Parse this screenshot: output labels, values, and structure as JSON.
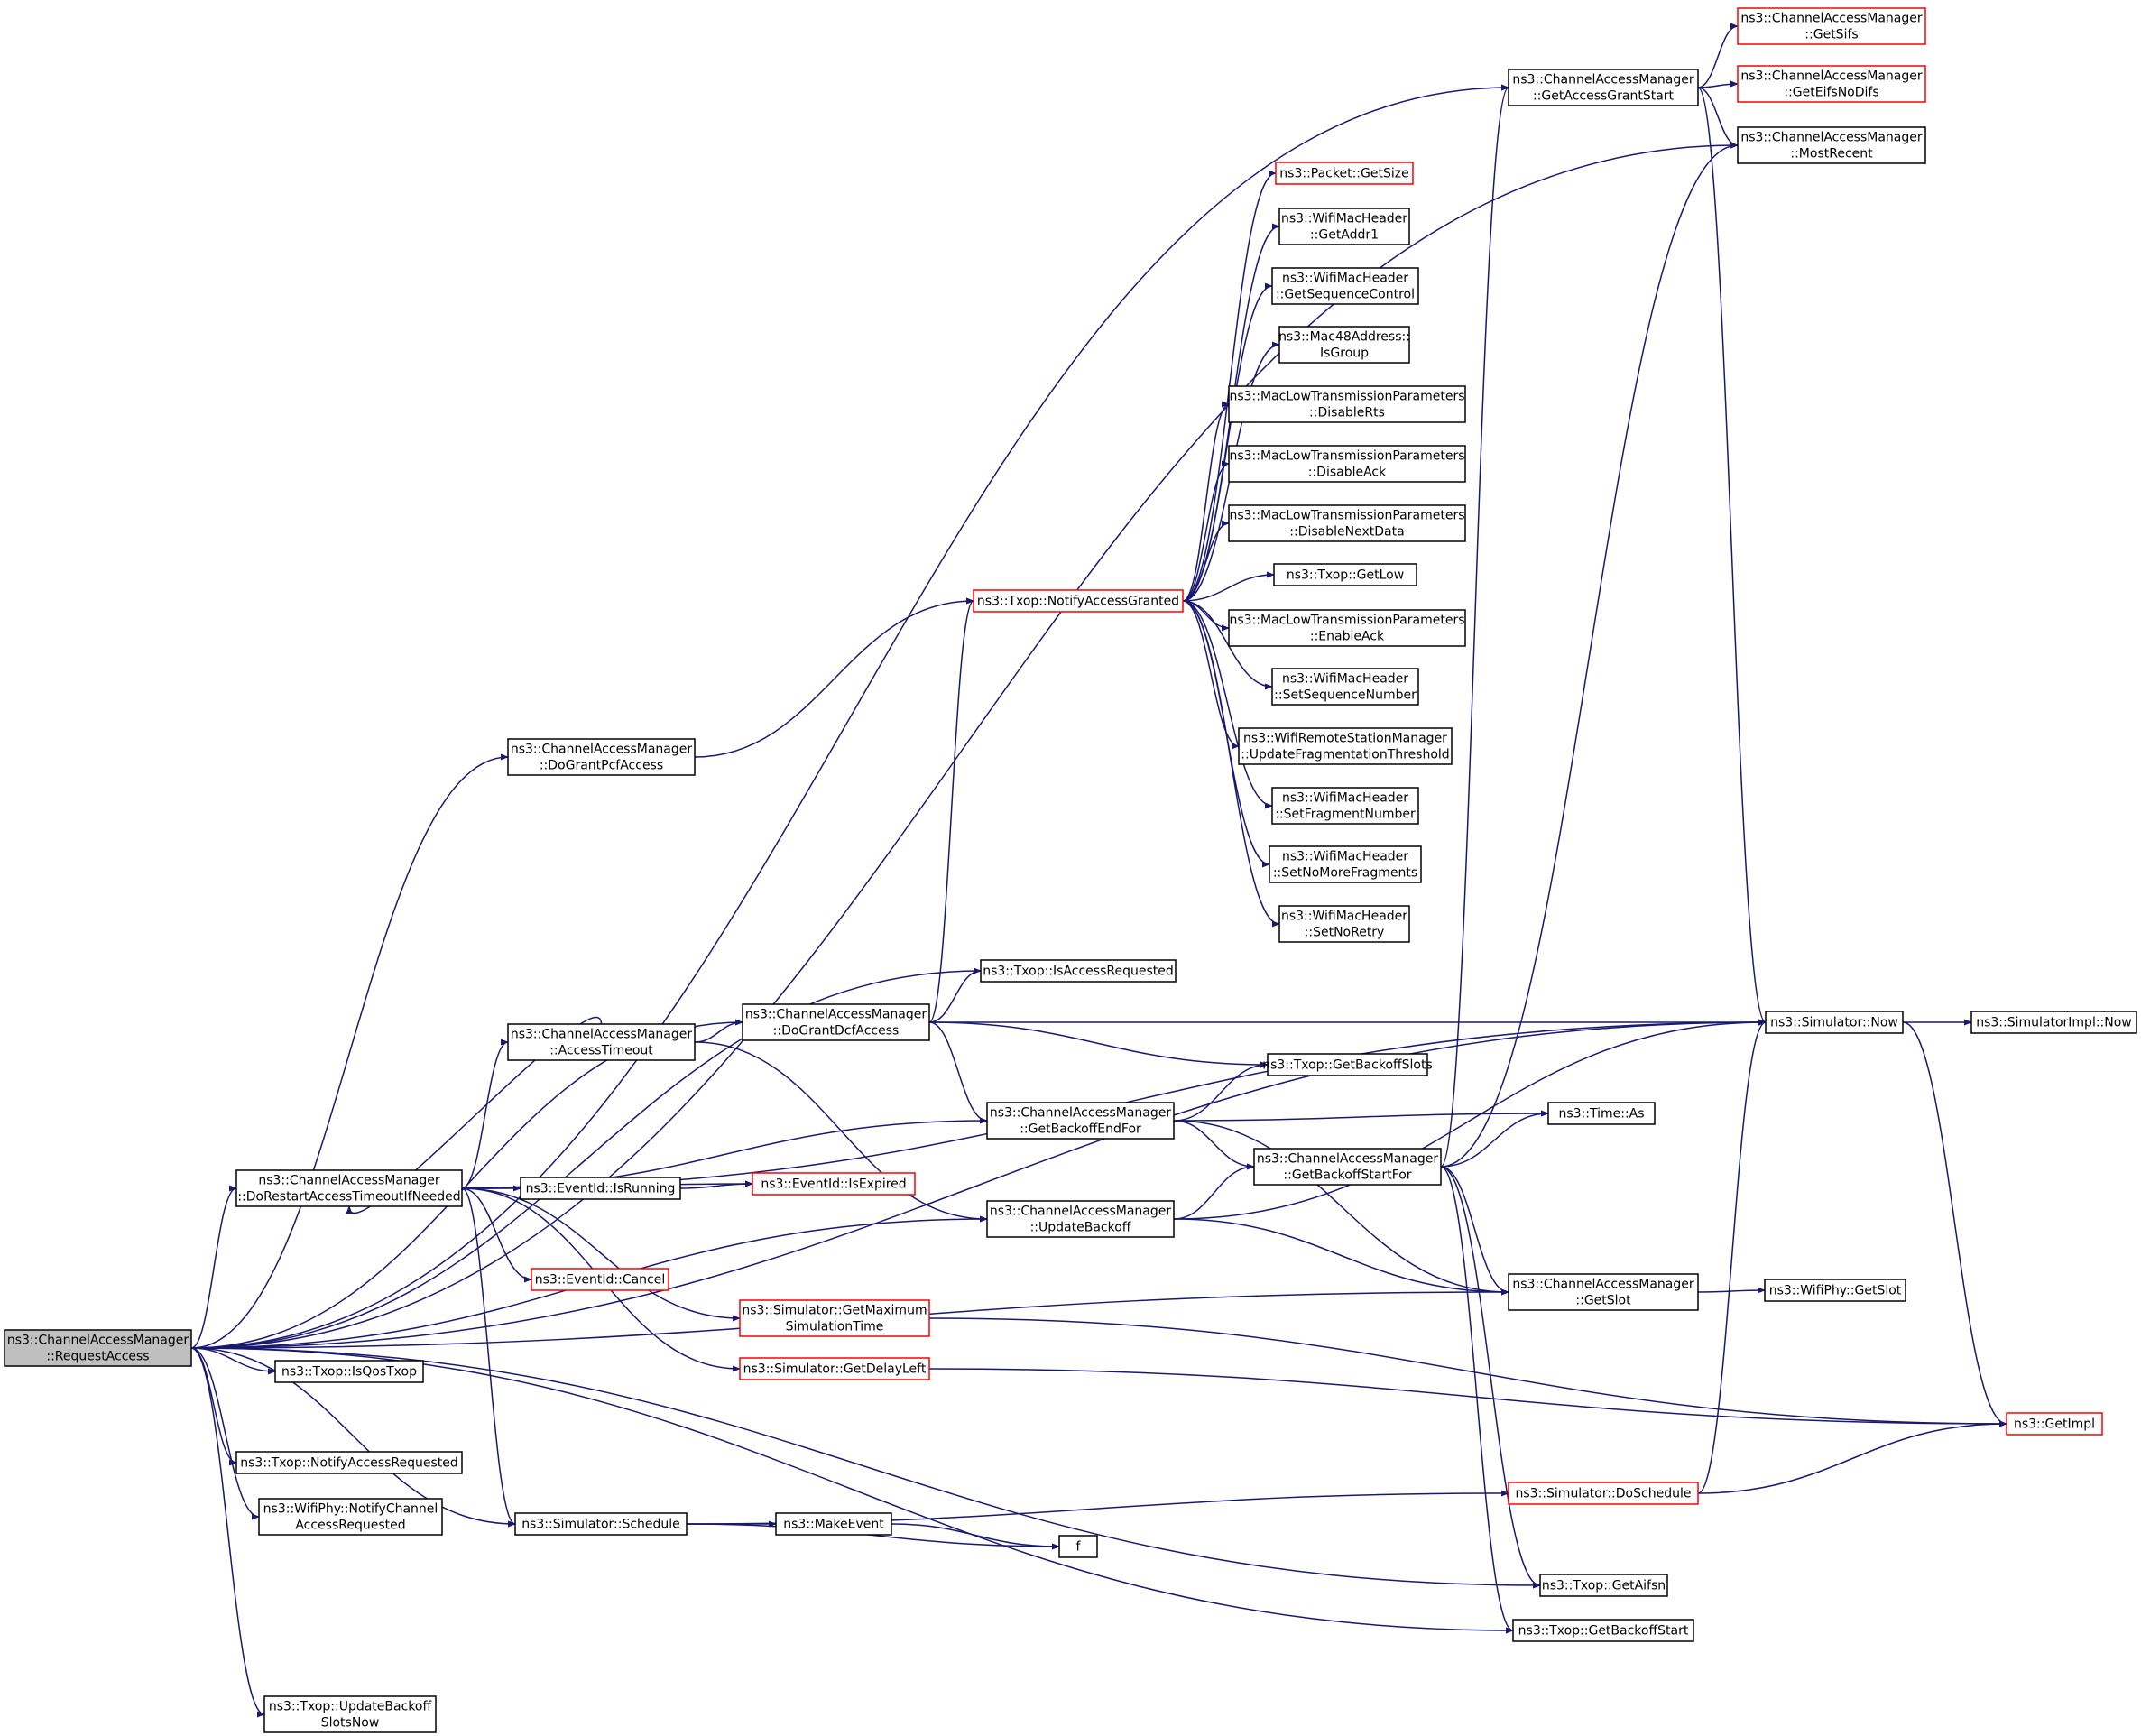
{
  "colors": {
    "edge": "#191970",
    "node_border": "#000000",
    "node_border_truncated": "#ff0000",
    "node_fill": "#ffffff",
    "root_fill": "#bfbfbf"
  },
  "nodes": [
    {
      "id": "root",
      "lines": [
        "ns3::ChannelAccessManager",
        "::RequestAccess"
      ],
      "style": "root"
    },
    {
      "id": "getSifs",
      "lines": [
        "ns3::ChannelAccessManager",
        "::GetSifs"
      ],
      "style": "truncated"
    },
    {
      "id": "getEifs",
      "lines": [
        "ns3::ChannelAccessManager",
        "::GetEifsNoDifs"
      ],
      "style": "truncated"
    },
    {
      "id": "getAccessGrantStart",
      "lines": [
        "ns3::ChannelAccessManager",
        "::GetAccessGrantStart"
      ],
      "style": "normal"
    },
    {
      "id": "mostRecent",
      "lines": [
        "ns3::ChannelAccessManager",
        "::MostRecent"
      ],
      "style": "normal"
    },
    {
      "id": "packetGetSize",
      "lines": [
        "ns3::Packet::GetSize"
      ],
      "style": "truncated"
    },
    {
      "id": "getAddr1",
      "lines": [
        "ns3::WifiMacHeader",
        "::GetAddr1"
      ],
      "style": "normal"
    },
    {
      "id": "getSeqCtrl",
      "lines": [
        "ns3::WifiMacHeader",
        "::GetSequenceControl"
      ],
      "style": "normal"
    },
    {
      "id": "isGroup",
      "lines": [
        "ns3::Mac48Address::",
        "IsGroup"
      ],
      "style": "normal"
    },
    {
      "id": "disableRts",
      "lines": [
        "ns3::MacLowTransmissionParameters",
        "::DisableRts"
      ],
      "style": "normal"
    },
    {
      "id": "disableAck",
      "lines": [
        "ns3::MacLowTransmissionParameters",
        "::DisableAck"
      ],
      "style": "normal"
    },
    {
      "id": "disableNextData",
      "lines": [
        "ns3::MacLowTransmissionParameters",
        "::DisableNextData"
      ],
      "style": "normal"
    },
    {
      "id": "notifyAccessGranted",
      "lines": [
        "ns3::Txop::NotifyAccessGranted"
      ],
      "style": "truncated"
    },
    {
      "id": "getLow",
      "lines": [
        "ns3::Txop::GetLow"
      ],
      "style": "normal"
    },
    {
      "id": "enableAck",
      "lines": [
        "ns3::MacLowTransmissionParameters",
        "::EnableAck"
      ],
      "style": "normal"
    },
    {
      "id": "setSeqNum",
      "lines": [
        "ns3::WifiMacHeader",
        "::SetSequenceNumber"
      ],
      "style": "normal"
    },
    {
      "id": "updateFragThreshold",
      "lines": [
        "ns3::WifiRemoteStationManager",
        "::UpdateFragmentationThreshold"
      ],
      "style": "normal"
    },
    {
      "id": "setFragNum",
      "lines": [
        "ns3::WifiMacHeader",
        "::SetFragmentNumber"
      ],
      "style": "normal"
    },
    {
      "id": "setNoMoreFrags",
      "lines": [
        "ns3::WifiMacHeader",
        "::SetNoMoreFragments"
      ],
      "style": "normal"
    },
    {
      "id": "setNoRetry",
      "lines": [
        "ns3::WifiMacHeader",
        "::SetNoRetry"
      ],
      "style": "normal"
    },
    {
      "id": "doGrantPcf",
      "lines": [
        "ns3::ChannelAccessManager",
        "::DoGrantPcfAccess"
      ],
      "style": "normal"
    },
    {
      "id": "isAccessRequested",
      "lines": [
        "ns3::Txop::IsAccessRequested"
      ],
      "style": "normal"
    },
    {
      "id": "doGrantDcf",
      "lines": [
        "ns3::ChannelAccessManager",
        "::DoGrantDcfAccess"
      ],
      "style": "normal"
    },
    {
      "id": "accessTimeout",
      "lines": [
        "ns3::ChannelAccessManager",
        "::AccessTimeout"
      ],
      "style": "normal"
    },
    {
      "id": "simNow",
      "lines": [
        "ns3::Simulator::Now"
      ],
      "style": "normal"
    },
    {
      "id": "simImplNow",
      "lines": [
        "ns3::SimulatorImpl::Now"
      ],
      "style": "normal"
    },
    {
      "id": "getBackoffSlots",
      "lines": [
        "ns3::Txop::GetBackoffSlots"
      ],
      "style": "normal"
    },
    {
      "id": "getBackoffEndFor",
      "lines": [
        "ns3::ChannelAccessManager",
        "::GetBackoffEndFor"
      ],
      "style": "normal"
    },
    {
      "id": "timeAs",
      "lines": [
        "ns3::Time::As"
      ],
      "style": "normal"
    },
    {
      "id": "getBackoffStartFor",
      "lines": [
        "ns3::ChannelAccessManager",
        "::GetBackoffStartFor"
      ],
      "style": "normal"
    },
    {
      "id": "doRestart",
      "lines": [
        "ns3::ChannelAccessManager",
        "::DoRestartAccessTimeoutIfNeeded"
      ],
      "style": "normal"
    },
    {
      "id": "isRunning",
      "lines": [
        "ns3::EventId::IsRunning"
      ],
      "style": "normal"
    },
    {
      "id": "isExpired",
      "lines": [
        "ns3::EventId::IsExpired"
      ],
      "style": "truncated"
    },
    {
      "id": "updateBackoff",
      "lines": [
        "ns3::ChannelAccessManager",
        "::UpdateBackoff"
      ],
      "style": "normal"
    },
    {
      "id": "cancel",
      "lines": [
        "ns3::EventId::Cancel"
      ],
      "style": "truncated"
    },
    {
      "id": "getSlot",
      "lines": [
        "ns3::ChannelAccessManager",
        "::GetSlot"
      ],
      "style": "normal"
    },
    {
      "id": "phyGetSlot",
      "lines": [
        "ns3::WifiPhy::GetSlot"
      ],
      "style": "normal"
    },
    {
      "id": "getMaxSimTime",
      "lines": [
        "ns3::Simulator::GetMaximum",
        "SimulationTime"
      ],
      "style": "truncated"
    },
    {
      "id": "isQosTxop",
      "lines": [
        "ns3::Txop::IsQosTxop"
      ],
      "style": "normal"
    },
    {
      "id": "getDelayLeft",
      "lines": [
        "ns3::Simulator::GetDelayLeft"
      ],
      "style": "truncated"
    },
    {
      "id": "getImpl",
      "lines": [
        "ns3::GetImpl"
      ],
      "style": "truncated"
    },
    {
      "id": "notifyAccessRequested",
      "lines": [
        "ns3::Txop::NotifyAccessRequested"
      ],
      "style": "normal"
    },
    {
      "id": "phyNotify",
      "lines": [
        "ns3::WifiPhy::NotifyChannel",
        "AccessRequested"
      ],
      "style": "normal"
    },
    {
      "id": "doSchedule",
      "lines": [
        "ns3::Simulator::DoSchedule"
      ],
      "style": "truncated"
    },
    {
      "id": "schedule",
      "lines": [
        "ns3::Simulator::Schedule"
      ],
      "style": "normal"
    },
    {
      "id": "makeEvent",
      "lines": [
        "ns3::MakeEvent"
      ],
      "style": "normal"
    },
    {
      "id": "f",
      "lines": [
        "f"
      ],
      "style": "normal"
    },
    {
      "id": "getAifsn",
      "lines": [
        "ns3::Txop::GetAifsn"
      ],
      "style": "normal"
    },
    {
      "id": "getBackoffStart",
      "lines": [
        "ns3::Txop::GetBackoffStart"
      ],
      "style": "normal"
    },
    {
      "id": "updateBackoffSlotsNow",
      "lines": [
        "ns3::Txop::UpdateBackoff",
        "SlotsNow"
      ],
      "style": "normal"
    }
  ],
  "edges": [
    [
      "root",
      "mostRecent"
    ],
    [
      "root",
      "getAccessGrantStart"
    ],
    [
      "root",
      "simNow"
    ],
    [
      "root",
      "doGrantPcf"
    ],
    [
      "root",
      "isAccessRequested"
    ],
    [
      "root",
      "doGrantDcf"
    ],
    [
      "root",
      "doRestart"
    ],
    [
      "root",
      "updateBackoff"
    ],
    [
      "root",
      "getSlot"
    ],
    [
      "root",
      "isQosTxop"
    ],
    [
      "root",
      "notifyAccessRequested"
    ],
    [
      "root",
      "phyNotify"
    ],
    [
      "root",
      "schedule"
    ],
    [
      "root",
      "getAifsn"
    ],
    [
      "root",
      "getBackoffStart"
    ],
    [
      "root",
      "updateBackoffSlotsNow"
    ],
    [
      "getAccessGrantStart",
      "getSifs"
    ],
    [
      "getAccessGrantStart",
      "getEifs"
    ],
    [
      "getAccessGrantStart",
      "mostRecent"
    ],
    [
      "getAccessGrantStart",
      "simNow"
    ],
    [
      "notifyAccessGranted",
      "packetGetSize"
    ],
    [
      "notifyAccessGranted",
      "getAddr1"
    ],
    [
      "notifyAccessGranted",
      "getSeqCtrl"
    ],
    [
      "notifyAccessGranted",
      "isGroup"
    ],
    [
      "notifyAccessGranted",
      "disableRts"
    ],
    [
      "notifyAccessGranted",
      "disableAck"
    ],
    [
      "notifyAccessGranted",
      "disableNextData"
    ],
    [
      "notifyAccessGranted",
      "getLow"
    ],
    [
      "notifyAccessGranted",
      "enableAck"
    ],
    [
      "notifyAccessGranted",
      "setSeqNum"
    ],
    [
      "notifyAccessGranted",
      "updateFragThreshold"
    ],
    [
      "notifyAccessGranted",
      "setFragNum"
    ],
    [
      "notifyAccessGranted",
      "setNoMoreFrags"
    ],
    [
      "notifyAccessGranted",
      "setNoRetry"
    ],
    [
      "doGrantPcf",
      "notifyAccessGranted"
    ],
    [
      "doGrantDcf",
      "notifyAccessGranted"
    ],
    [
      "doGrantDcf",
      "isAccessRequested"
    ],
    [
      "doGrantDcf",
      "simNow"
    ],
    [
      "doGrantDcf",
      "getBackoffSlots"
    ],
    [
      "doGrantDcf",
      "getBackoffEndFor"
    ],
    [
      "accessTimeout",
      "doGrantDcf"
    ],
    [
      "accessTimeout",
      "updateBackoff"
    ],
    [
      "accessTimeout",
      "doRestart"
    ],
    [
      "doRestart",
      "accessTimeout"
    ],
    [
      "doRestart",
      "simNow"
    ],
    [
      "doRestart",
      "getBackoffEndFor"
    ],
    [
      "doRestart",
      "isRunning"
    ],
    [
      "doRestart",
      "isExpired"
    ],
    [
      "doRestart",
      "cancel"
    ],
    [
      "doRestart",
      "getMaxSimTime"
    ],
    [
      "doRestart",
      "getDelayLeft"
    ],
    [
      "doRestart",
      "schedule"
    ],
    [
      "isRunning",
      "isExpired"
    ],
    [
      "getBackoffEndFor",
      "getBackoffSlots"
    ],
    [
      "getBackoffEndFor",
      "timeAs"
    ],
    [
      "getBackoffEndFor",
      "getBackoffStartFor"
    ],
    [
      "getBackoffEndFor",
      "getSlot"
    ],
    [
      "getBackoffStartFor",
      "getAccessGrantStart"
    ],
    [
      "getBackoffStartFor",
      "timeAs"
    ],
    [
      "getBackoffStartFor",
      "mostRecent"
    ],
    [
      "getBackoffStartFor",
      "getSlot"
    ],
    [
      "getBackoffStartFor",
      "getAifsn"
    ],
    [
      "getBackoffStartFor",
      "getBackoffStart"
    ],
    [
      "updateBackoff",
      "getBackoffStartFor"
    ],
    [
      "updateBackoff",
      "simNow"
    ],
    [
      "updateBackoff",
      "getSlot"
    ],
    [
      "simNow",
      "simImplNow"
    ],
    [
      "simNow",
      "getImpl"
    ],
    [
      "getSlot",
      "phyGetSlot"
    ],
    [
      "getMaxSimTime",
      "getImpl"
    ],
    [
      "getDelayLeft",
      "getImpl"
    ],
    [
      "doSchedule",
      "getImpl"
    ],
    [
      "doSchedule",
      "simNow"
    ],
    [
      "schedule",
      "doSchedule"
    ],
    [
      "schedule",
      "makeEvent"
    ],
    [
      "schedule",
      "f"
    ],
    [
      "makeEvent",
      "f"
    ]
  ]
}
